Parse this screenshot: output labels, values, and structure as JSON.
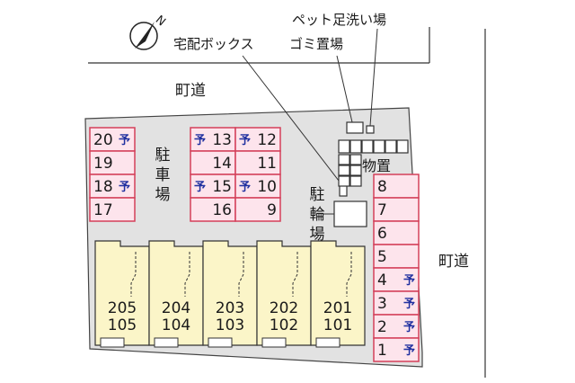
{
  "labels": {
    "road_top": "町道",
    "road_right": "町道",
    "parking": "駐車場",
    "bike_parking": "駐輪場",
    "storage": "物置",
    "delivery_box": "宅配ボックス",
    "garbage": "ゴミ置場",
    "pet_wash": "ペット足洗い場"
  },
  "reserved_mark": "予",
  "compass_letter": "N",
  "parking_left": [
    {
      "num": "20",
      "reserved": true
    },
    {
      "num": "19",
      "reserved": false
    },
    {
      "num": "18",
      "reserved": true
    },
    {
      "num": "17",
      "reserved": false
    }
  ],
  "parking_center": [
    [
      {
        "num": "13",
        "reserved": true
      },
      {
        "num": "12",
        "reserved": true
      }
    ],
    [
      {
        "num": "14",
        "reserved": false
      },
      {
        "num": "11",
        "reserved": false
      }
    ],
    [
      {
        "num": "15",
        "reserved": true
      },
      {
        "num": "10",
        "reserved": true
      }
    ],
    [
      {
        "num": "16",
        "reserved": false
      },
      {
        "num": "9",
        "reserved": false
      }
    ]
  ],
  "parking_right": [
    {
      "num": "8",
      "reserved": false
    },
    {
      "num": "7",
      "reserved": false
    },
    {
      "num": "6",
      "reserved": false
    },
    {
      "num": "5",
      "reserved": false
    },
    {
      "num": "4",
      "reserved": true
    },
    {
      "num": "3",
      "reserved": true
    },
    {
      "num": "2",
      "reserved": true
    },
    {
      "num": "1",
      "reserved": true
    }
  ],
  "units": [
    {
      "upper": "205",
      "lower": "105"
    },
    {
      "upper": "204",
      "lower": "104"
    },
    {
      "upper": "203",
      "lower": "103"
    },
    {
      "upper": "202",
      "lower": "102"
    },
    {
      "upper": "201",
      "lower": "101"
    }
  ]
}
